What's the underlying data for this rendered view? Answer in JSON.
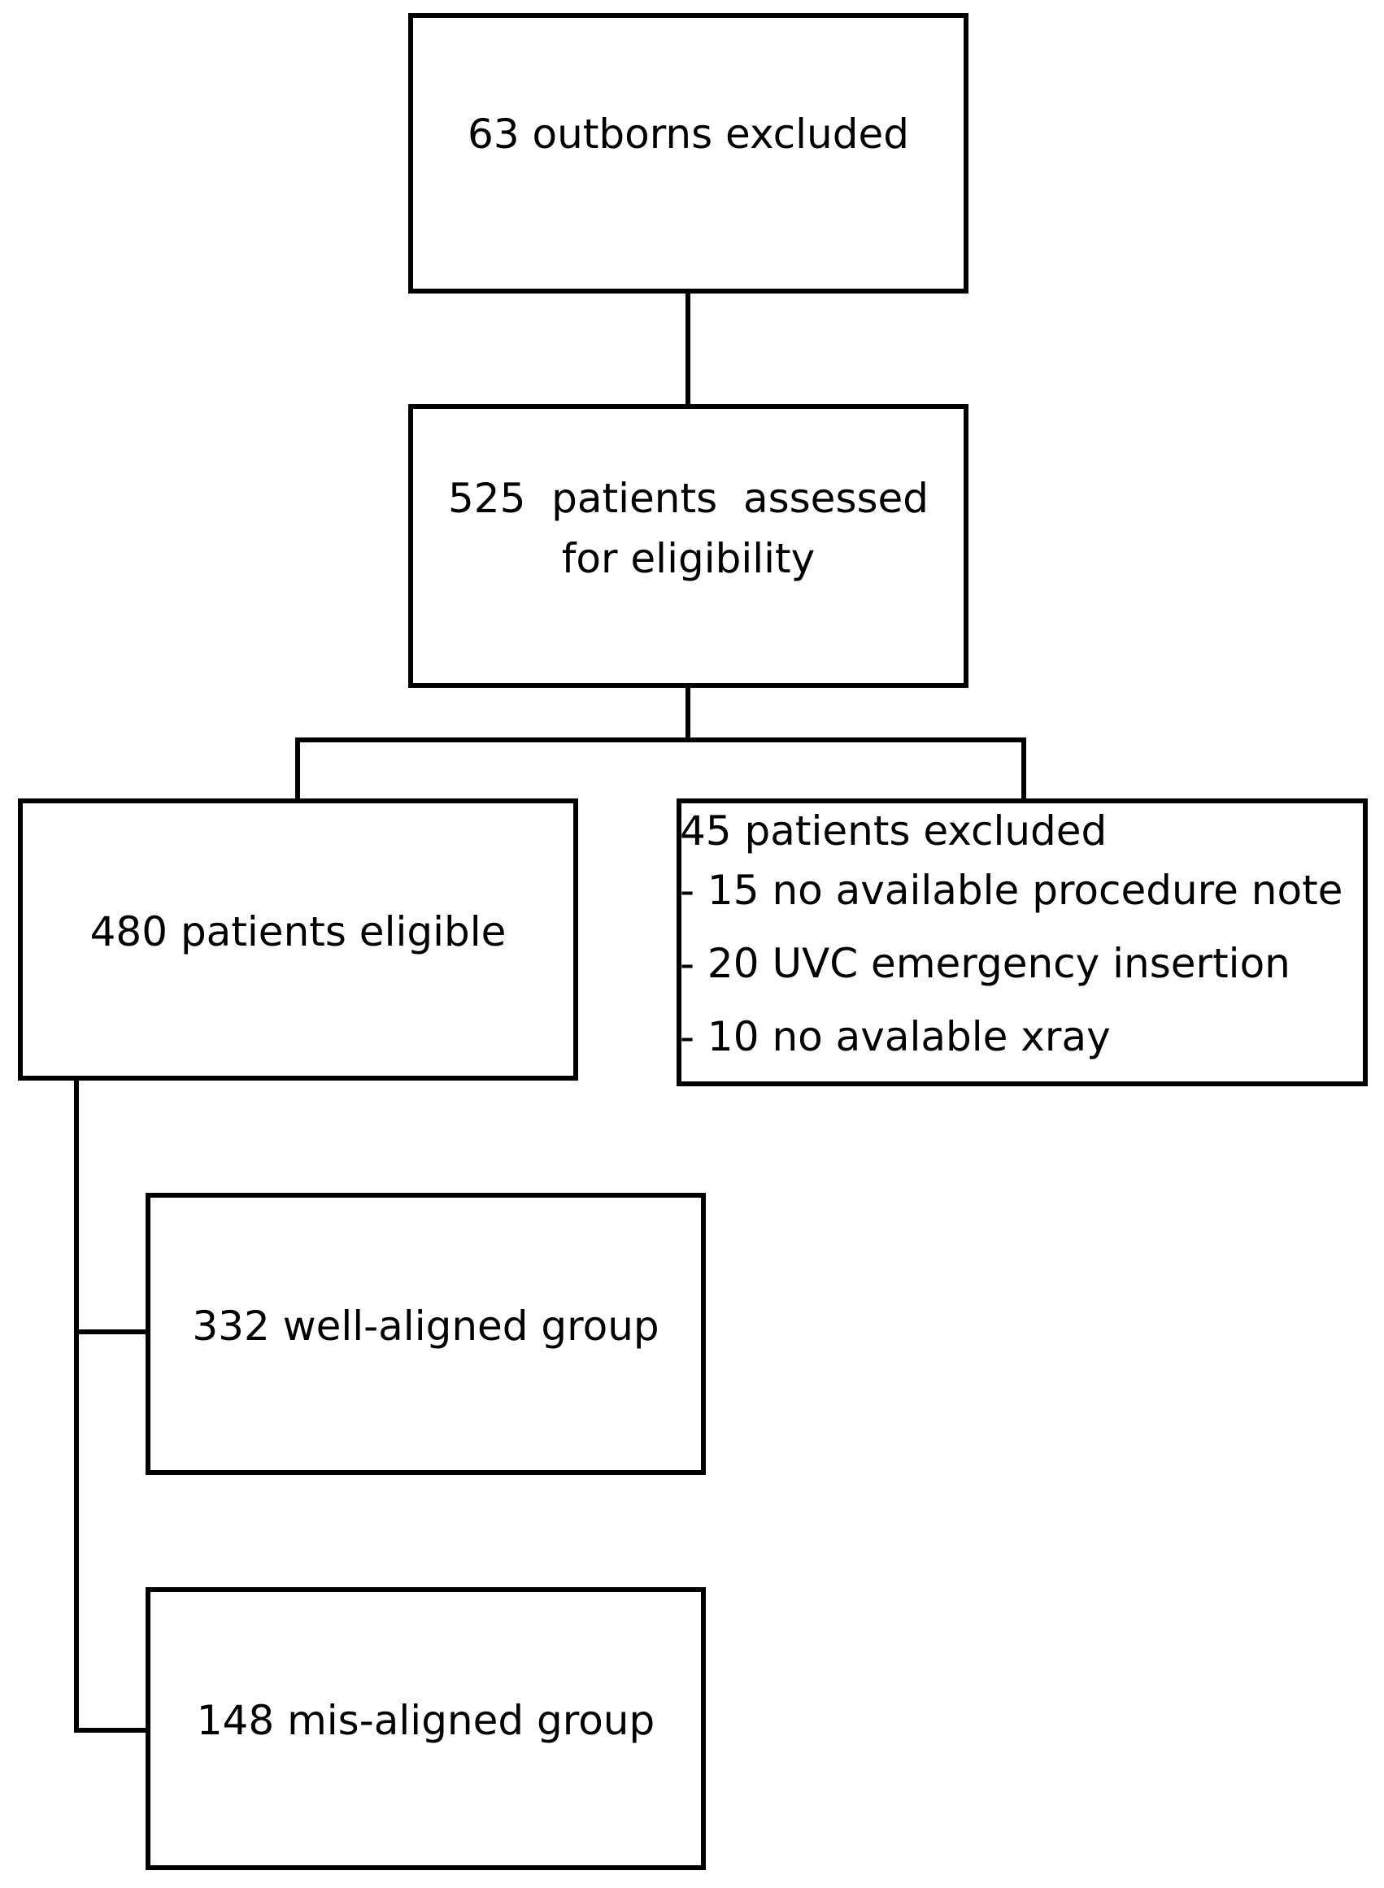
{
  "flowchart": {
    "outborns_box": {
      "text": "63 outborns excluded"
    },
    "assessed_box": {
      "line1": "525  patients  assessed",
      "line2": "for eligibility"
    },
    "eligible_box": {
      "text": "480 patients eligible"
    },
    "excluded_box": {
      "title": "45 patients excluded",
      "items": [
        "- 15 no available procedure note",
        "- 20 UVC emergency insertion",
        "- 10 no avalable xray"
      ]
    },
    "well_aligned_box": {
      "text": "332 well-aligned group"
    },
    "misaligned_box": {
      "text": "148 mis-aligned group"
    }
  }
}
